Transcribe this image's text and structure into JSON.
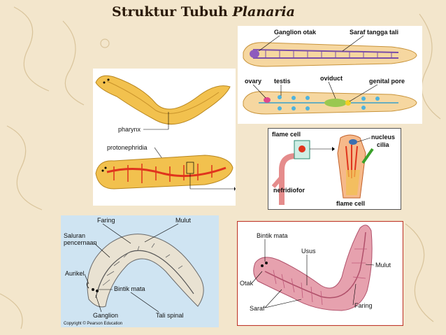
{
  "slide": {
    "title_main": "Struktur Tubuh",
    "title_italic": "Planaria"
  },
  "panel_top_right": {
    "label_ganglion_otak": "Ganglion otak",
    "label_saraf_tangga_tali": "Saraf tangga tali",
    "label_ovary": "ovary",
    "label_testis": "testis",
    "label_oviduct": "oviduct",
    "label_genital_pore": "genital pore"
  },
  "panel_flame": {
    "label_flame_cell_top": "flame cell",
    "label_nucleus": "nucleus",
    "label_cilia": "cilia",
    "label_nefridiofor": "nefridiofor",
    "label_flame_cell_bottom": "flame cell"
  },
  "panel_mid_left": {
    "label_pharynx": "pharynx",
    "label_protonephridia": "protonephridia"
  },
  "panel_bottom_left": {
    "label_faring": "Faring",
    "label_mulut": "Mulut",
    "label_saluran_1": "Saluran",
    "label_saluran_2": "pencernaan",
    "label_aurikel": "Aurikel",
    "label_bintik_mata": "Bintik mata",
    "label_ganglion": "Ganglion",
    "label_tali_spinal": "Tali spinal",
    "label_copyright": "Copyright © Pearson Education"
  },
  "panel_bottom_right": {
    "label_bintik_mata": "Bintik mata",
    "label_usus": "Usus",
    "label_mulut": "Mulut",
    "label_otak": "Otak",
    "label_saraf": "Saraf",
    "label_faring": "Faring"
  },
  "colors": {
    "background": "#f3e6cc",
    "planaria_yellow": "#f2c14e",
    "gut_red": "#e0341d",
    "panel_bottom_left_bg": "#cfe4f2",
    "planaria_pink": "#e6a1ae",
    "frame_red": "#c0392b"
  }
}
